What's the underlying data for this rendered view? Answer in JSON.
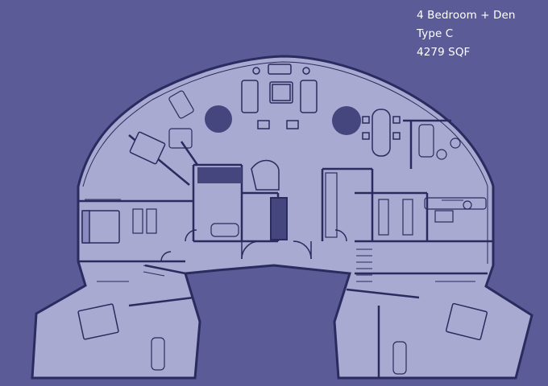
{
  "unit_info": {
    "bedrooms": "4 Bedroom + Den",
    "type": "Type C",
    "area": "4279 SQF"
  },
  "colors": {
    "background": "#5a5b97",
    "floor": "#a9aad2",
    "walls": "#2a2b5e",
    "dark_fill": "#45467e"
  }
}
